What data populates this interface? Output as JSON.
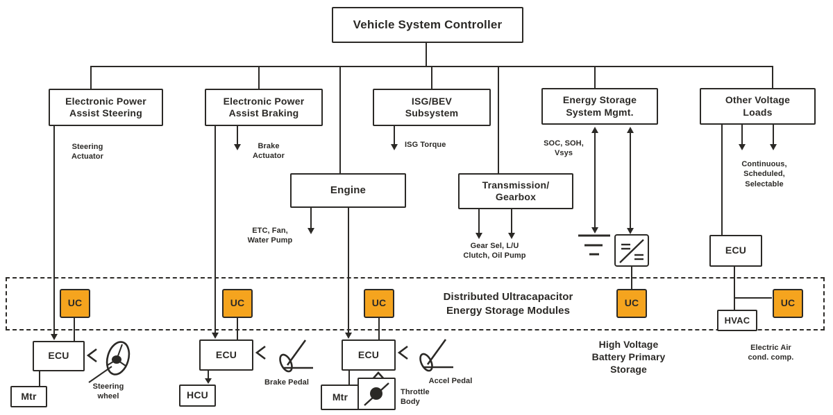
{
  "diagram": {
    "controller": "Vehicle System Controller",
    "subsystems": {
      "epas": "Electronic Power\nAssist Steering",
      "epab": "Electronic Power\nAssist Braking",
      "isg": "ISG/BEV\nSubsystem",
      "esm": "Energy Storage\nSystem Mgmt.",
      "ovl": "Other Voltage\nLoads",
      "engine": "Engine",
      "transmission": "Transmission/\nGearbox"
    },
    "signals": {
      "steering_actuator": "Steering\nActuator",
      "brake_actuator": "Brake\nActuator",
      "isg_torque": "ISG Torque",
      "etc_fan_pump": "ETC, Fan,\nWater Pump",
      "gear_sel": "Gear Sel, L/U\nClutch, Oil Pump",
      "soc_soh_vsys": "SOC, SOH,\nVsys",
      "continuous": "Continuous,\nScheduled,\nSelectable"
    },
    "components": {
      "uc": "UC",
      "ecu": "ECU",
      "mtr": "Mtr",
      "hcu": "HCU",
      "hvac": "HVAC"
    },
    "captions": {
      "distributed_uc": "Distributed Ultracapacitor\nEnergy Storage Modules",
      "hv_battery": "High Voltage\nBattery Primary\nStorage",
      "electric_air": "Electric Air\ncond. comp.",
      "steering_wheel": "Steering\nwheel",
      "brake_pedal": "Brake Pedal",
      "accel_pedal": "Accel Pedal",
      "throttle_body": "Throttle\nBody"
    },
    "colors": {
      "uc_fill": "#F5A41E",
      "line": "#2B2926",
      "background": "#FFFFFF"
    }
  }
}
